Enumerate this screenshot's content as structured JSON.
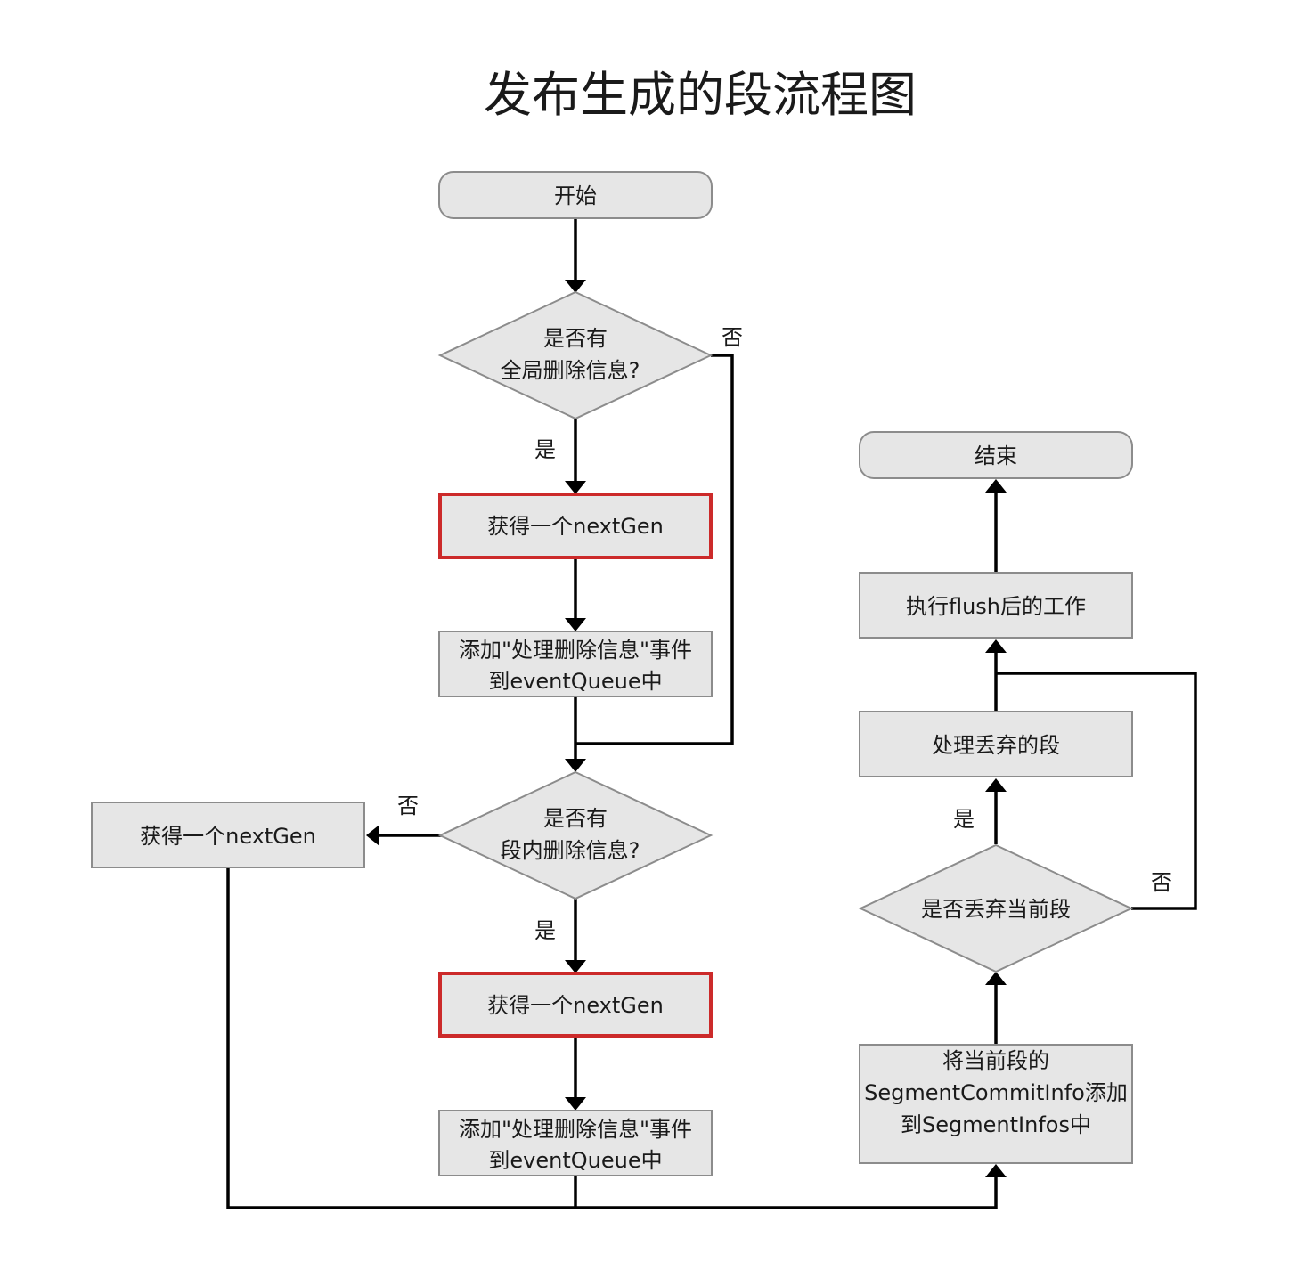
{
  "title": "发布生成的段流程图",
  "nodes": {
    "start": "开始",
    "d1_line1": "是否有",
    "d1_line2": "全局删除信息?",
    "p1": "获得一个nextGen",
    "p2_line1": "添加\"处理删除信息\"事件",
    "p2_line2": "到eventQueue中",
    "d2_line1": "是否有",
    "d2_line2": "段内删除信息?",
    "left_box": "获得一个nextGen",
    "p3": "获得一个nextGen",
    "p4_line1": "添加\"处理删除信息\"事件",
    "p4_line2": "到eventQueue中",
    "r1_line1": "将当前段的",
    "r1_line2": "SegmentCommitInfo添加",
    "r1_line3": "到SegmentInfos中",
    "d3": "是否丢弃当前段",
    "r2": "处理丢弃的段",
    "r3": "执行flush后的工作",
    "end": "结束"
  },
  "edge_labels": {
    "d1_yes": "是",
    "d1_no": "否",
    "d2_yes": "是",
    "d2_no": "否",
    "d3_yes": "是",
    "d3_no": "否"
  },
  "colors": {
    "node_fill": "#e6e6e6",
    "node_border": "#8c8c8c",
    "highlight_border": "#cc2a2a",
    "edge": "#000000"
  }
}
